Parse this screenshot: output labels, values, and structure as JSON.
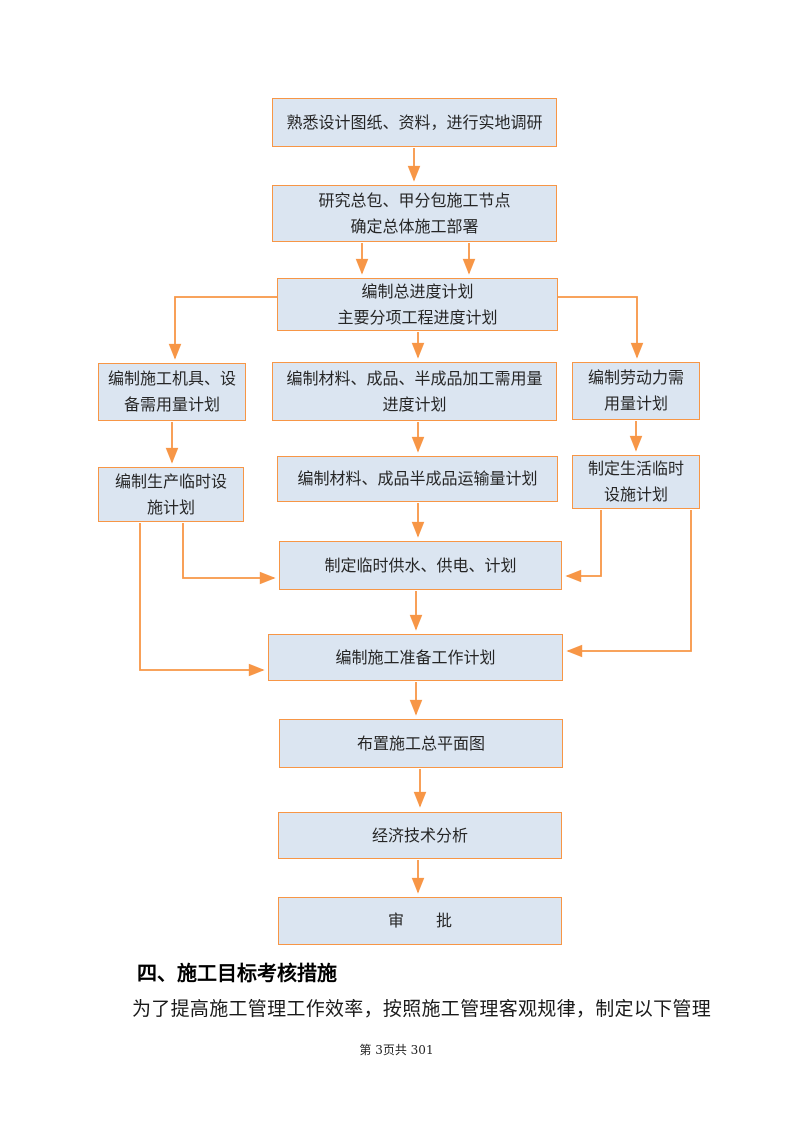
{
  "page": {
    "footer": "第 3页共 301"
  },
  "flowchart": {
    "box_fill": "#DBE5F1",
    "box_border": "#F79646",
    "arrow_color": "#F79646",
    "boxes": [
      {
        "id": "familiarize-drawings",
        "label": "熟悉设计图纸、资料，进行实地调研"
      },
      {
        "id": "research-nodes",
        "label": "研究总包、甲分包施工节点\n确定总体施工部署"
      },
      {
        "id": "master-schedule",
        "label": "编制总进度计划\n主要分项工程进度计划"
      },
      {
        "id": "machinery-equipment-plan",
        "label": "编制施工机具、设\n备需用量计划"
      },
      {
        "id": "materials-processing-plan",
        "label": "编制材料、成品、半成品加工需用量\n进度计划"
      },
      {
        "id": "labor-demand-plan",
        "label": "编制劳动力需\n用量计划"
      },
      {
        "id": "production-temp-facility",
        "label": "编制生产临时设\n施计划"
      },
      {
        "id": "transport-volume-plan",
        "label": "编制材料、成品半成品运输量计划"
      },
      {
        "id": "living-temp-facility",
        "label": "制定生活临时\n设施计划"
      },
      {
        "id": "temp-water-power-plan",
        "label": "制定临时供水、供电、计划"
      },
      {
        "id": "preparation-work-plan",
        "label": "编制施工准备工作计划"
      },
      {
        "id": "site-layout-plan",
        "label": "布置施工总平面图"
      },
      {
        "id": "economic-analysis",
        "label": "经济技术分析"
      },
      {
        "id": "approval",
        "label": "审　　批"
      }
    ]
  },
  "section": {
    "heading": "四、施工目标考核措施",
    "paragraph": "为了提高施工管理工作效率，按照施工管理客观规律，制定以下管理"
  }
}
